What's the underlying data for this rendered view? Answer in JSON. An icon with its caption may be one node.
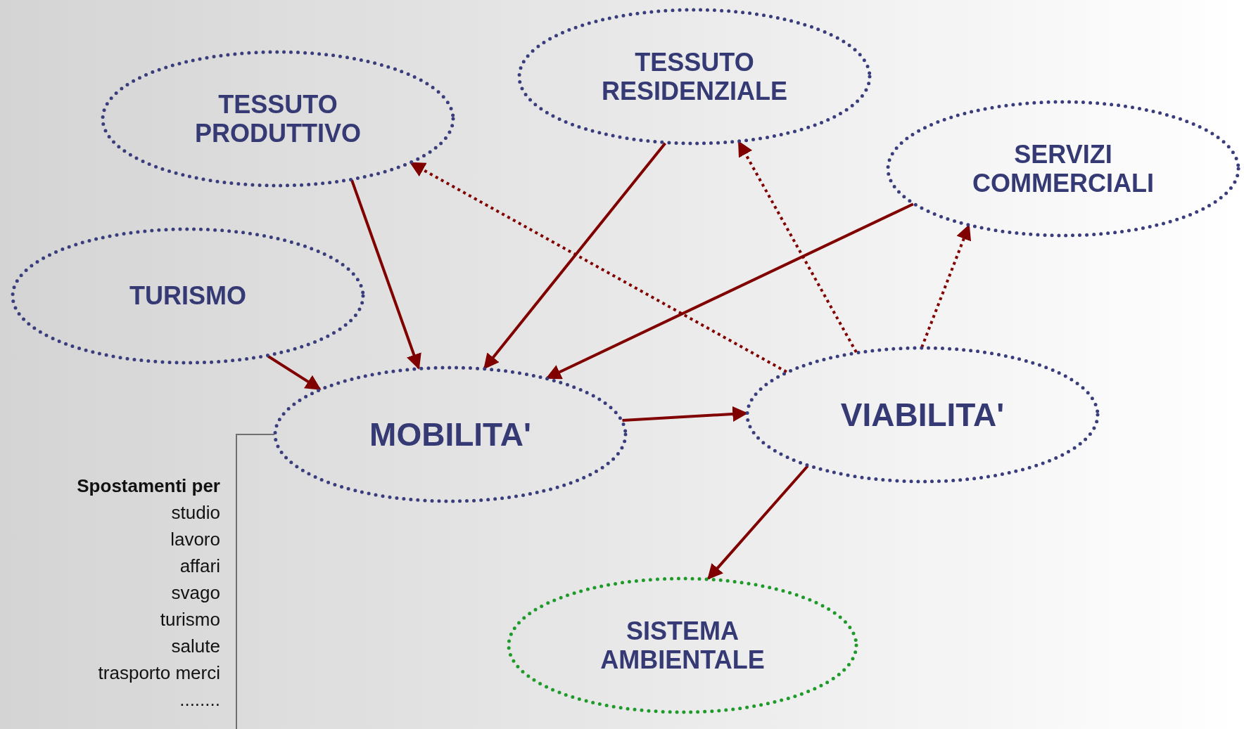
{
  "diagram": {
    "nodes": [
      {
        "text": [
          "TESSUTO RESIDENZIALE"
        ]
      },
      {
        "text": [
          "TESSUTO PRODUTTIVO"
        ]
      },
      {
        "text": [
          "SERVIZI COMMERCIALI"
        ]
      },
      {
        "text": [
          "TURISMO"
        ]
      },
      {
        "text": [
          "MOBILITA'"
        ]
      },
      {
        "text": [
          "VIABILITA'"
        ]
      },
      {
        "text": [
          "Spostamenti per",
          "studio",
          "lavoro",
          "affari",
          "svago",
          "turismo",
          "salute",
          "trasporto merci",
          "........"
        ]
      },
      {
        "text": [
          "SISTEMA AMBIENTALE"
        ]
      }
    ],
    "edges": [
      {
        "from": 0,
        "to": 4,
        "arrow": "to"
      },
      {
        "from": 1,
        "to": 4,
        "arrow": "to"
      },
      {
        "from": 2,
        "to": 4,
        "arrow": "to"
      },
      {
        "from": 3,
        "to": 4,
        "arrow": "to"
      },
      {
        "from": 4,
        "to": 5,
        "arrow": "to"
      },
      {
        "from": 5,
        "to": 7,
        "arrow": "to"
      },
      {
        "from": 5,
        "to": 0,
        "arrow": "to",
        "style": "dashed"
      },
      {
        "from": 5,
        "to": 1,
        "arrow": "to",
        "style": "dashed"
      },
      {
        "from": 5,
        "to": 2,
        "arrow": "to",
        "style": "dashed"
      },
      {
        "from": 6,
        "to": 4,
        "arrow": "none",
        "color": "#707070"
      }
    ]
  }
}
